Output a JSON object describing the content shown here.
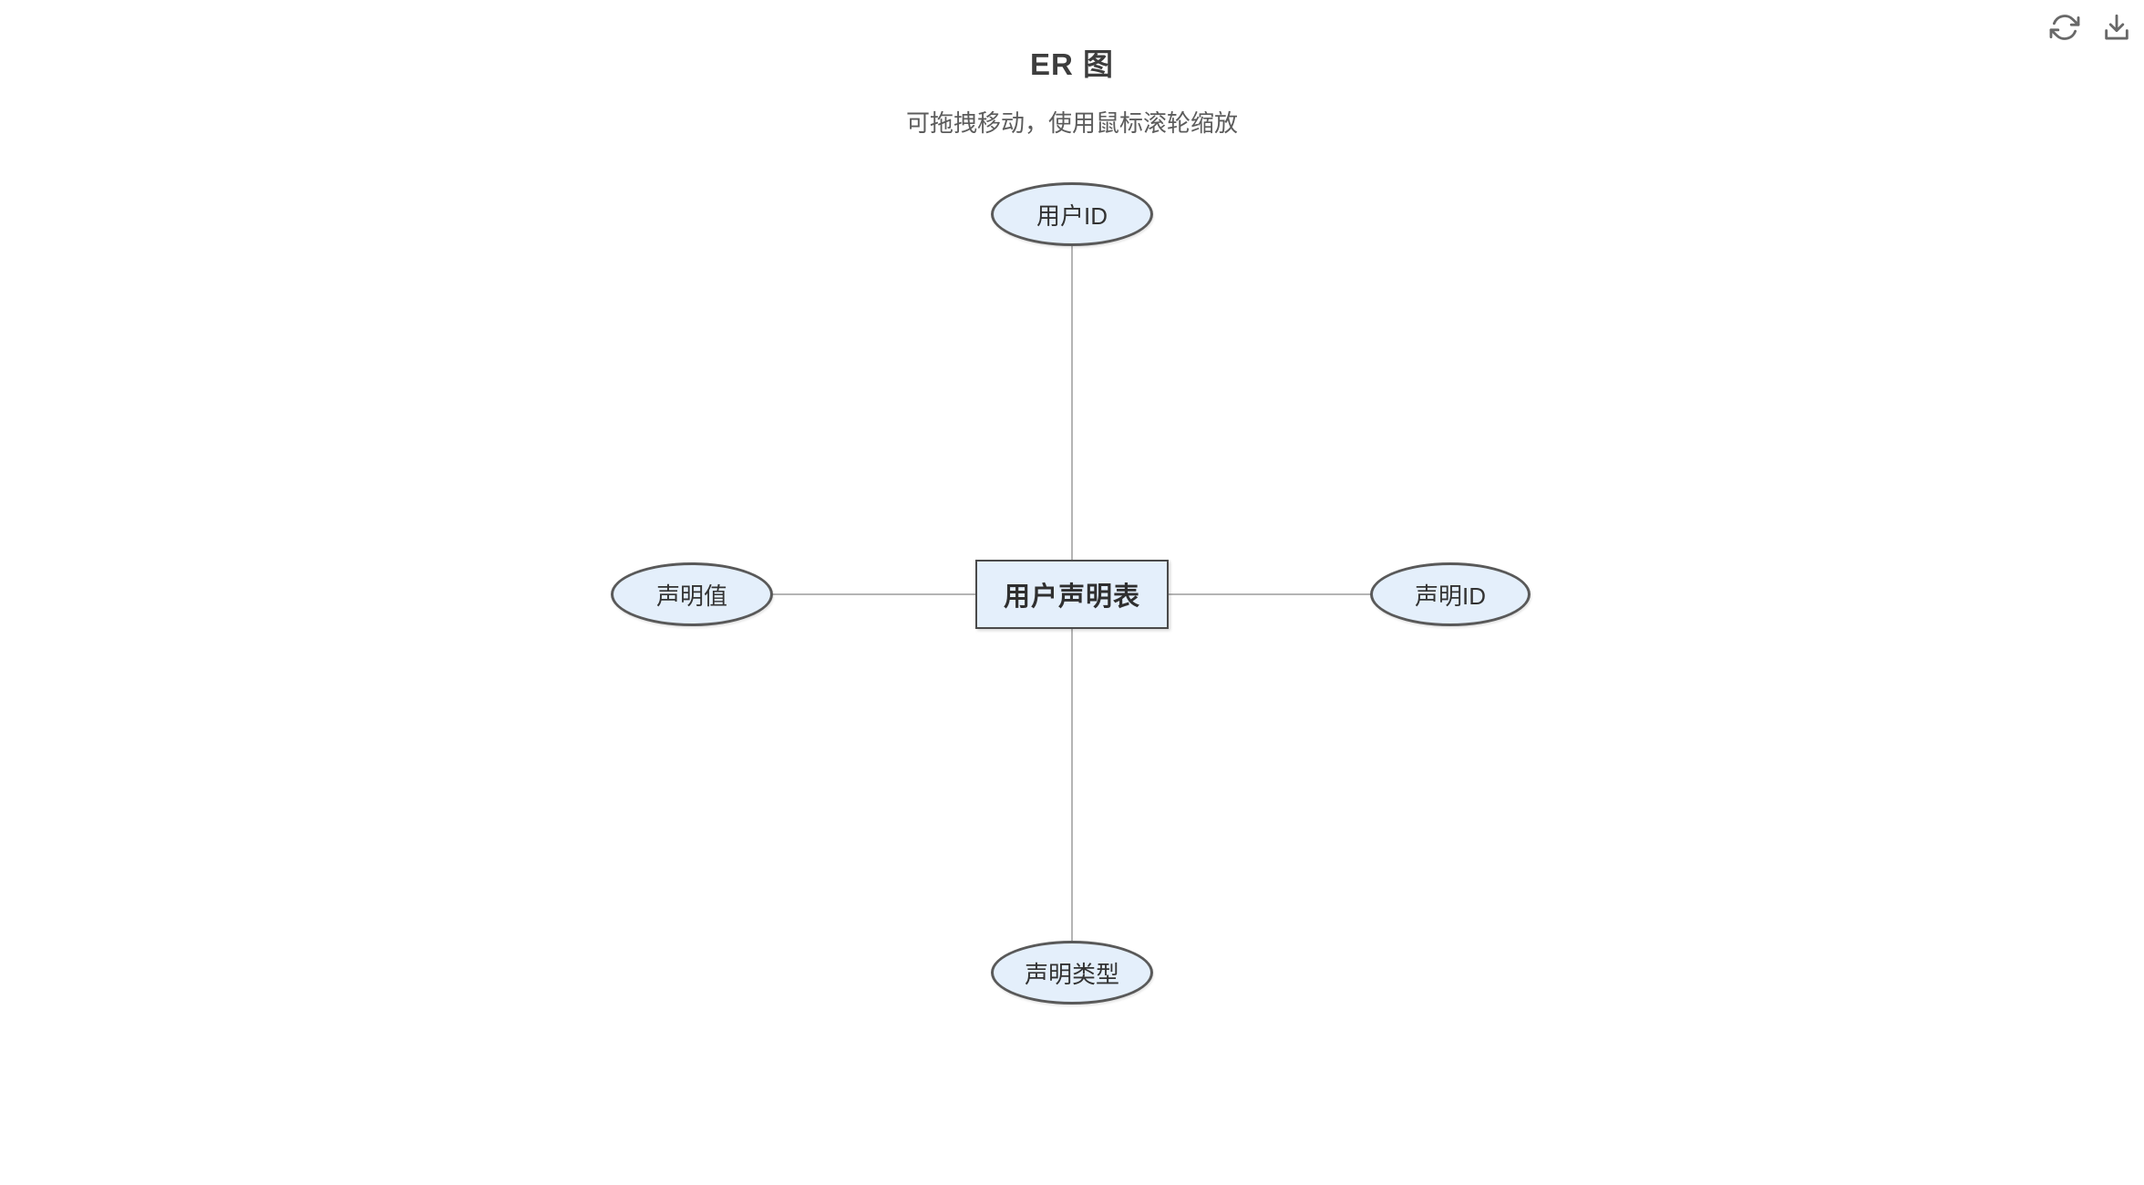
{
  "header": {
    "title": "ER 图",
    "subtitle": "可拖拽移动，使用鼠标滚轮缩放"
  },
  "toolbar": {
    "refresh_icon": "refresh-icon",
    "download_icon": "download-icon"
  },
  "colors": {
    "node_fill": "#e4effb",
    "entity_border": "#4a4a4a",
    "attribute_border": "#595959",
    "connector_line": "#b4b4b4",
    "icon_stroke": "#686868",
    "title_text": "#3d3d3d",
    "subtitle_text": "#5c5c5c"
  },
  "diagram": {
    "entity": {
      "label": "用户声明表",
      "shape": "rectangle"
    },
    "attributes": [
      {
        "label": "用户ID",
        "position": "top",
        "shape": "ellipse"
      },
      {
        "label": "声明ID",
        "position": "right",
        "shape": "ellipse"
      },
      {
        "label": "声明类型",
        "position": "bottom",
        "shape": "ellipse"
      },
      {
        "label": "声明值",
        "position": "left",
        "shape": "ellipse"
      }
    ],
    "edges": [
      {
        "from": "用户声明表",
        "to": "用户ID"
      },
      {
        "from": "用户声明表",
        "to": "声明ID"
      },
      {
        "from": "用户声明表",
        "to": "声明类型"
      },
      {
        "from": "用户声明表",
        "to": "声明值"
      }
    ]
  }
}
